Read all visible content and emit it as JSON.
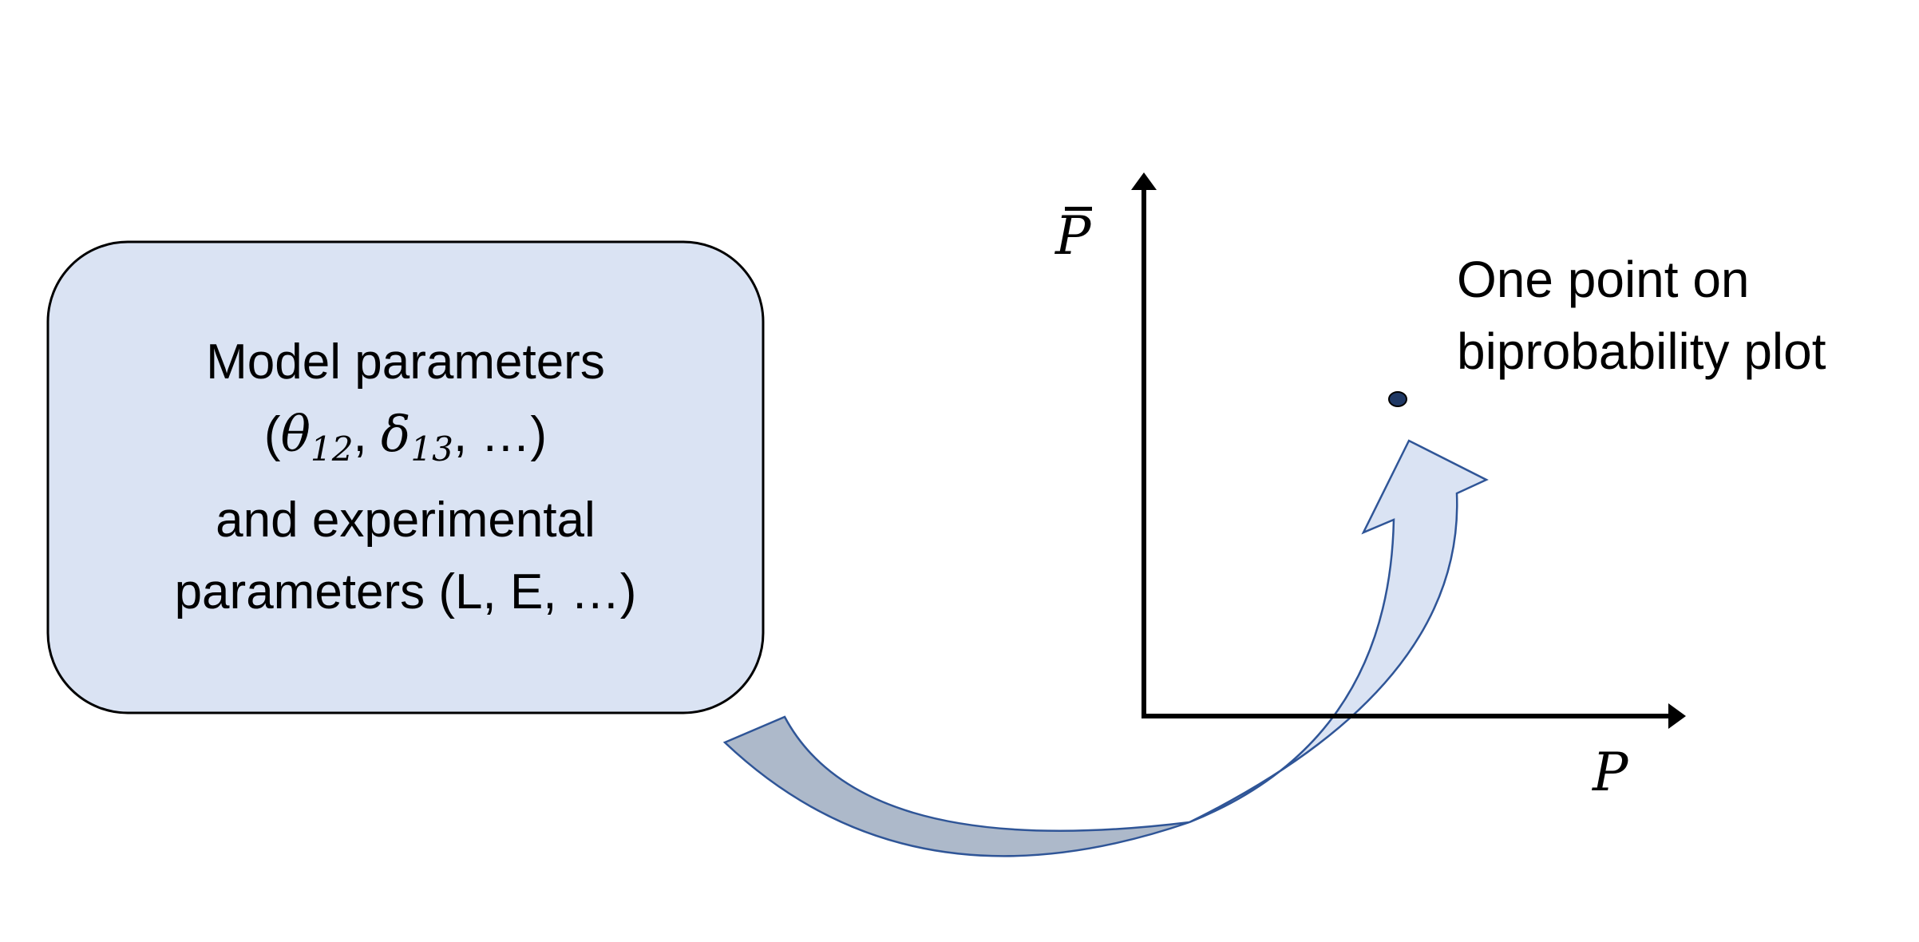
{
  "box": {
    "line1": "Model parameters",
    "math_open": "(",
    "theta": "θ",
    "theta_sub": "12",
    "comma1": ", ",
    "delta": "δ",
    "delta_sub": "13",
    "math_tail": ", …)",
    "line3": "and experimental",
    "line4": "parameters (L, E, …)",
    "fill_color": "#dae3f3",
    "border_color": "#000000"
  },
  "axes": {
    "y_label": "P",
    "x_label": "P"
  },
  "point": {
    "label_line1": "One point on",
    "label_line2": "biprobability plot",
    "color": "#1f3864"
  },
  "arrow": {
    "tail_fill": "#adb9ca",
    "head_fill": "#dae3f3",
    "stroke": "#2f5597"
  }
}
